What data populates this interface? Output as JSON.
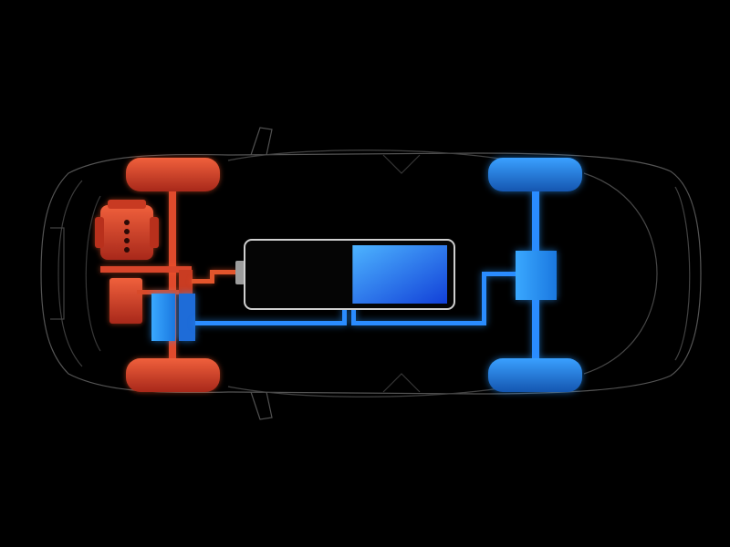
{
  "diagram": {
    "subject": "hybrid-vehicle-drivetrain-top-view",
    "components": [
      {
        "id": "front-wheels",
        "icon": "wheel-icon",
        "system": "engine"
      },
      {
        "id": "rear-wheels",
        "icon": "wheel-icon",
        "system": "electric"
      },
      {
        "id": "engine",
        "icon": "engine-icon",
        "system": "engine"
      },
      {
        "id": "generator",
        "icon": "generator-icon",
        "system": "engine"
      },
      {
        "id": "front-motor",
        "icon": "motor-icon",
        "system": "electric"
      },
      {
        "id": "rear-motor",
        "icon": "motor-icon",
        "system": "electric"
      },
      {
        "id": "battery",
        "icon": "battery-icon",
        "system": "electric",
        "charge_fraction": 0.48
      }
    ],
    "colors": {
      "background": "#000000",
      "engine_red": "#e0442a",
      "engine_red_dark": "#a8281a",
      "electric_blue": "#2a8cff",
      "electric_blue_dark": "#1560c8",
      "battery_outline": "#cfcfcf",
      "body_outline": "#6a6a6a"
    }
  }
}
